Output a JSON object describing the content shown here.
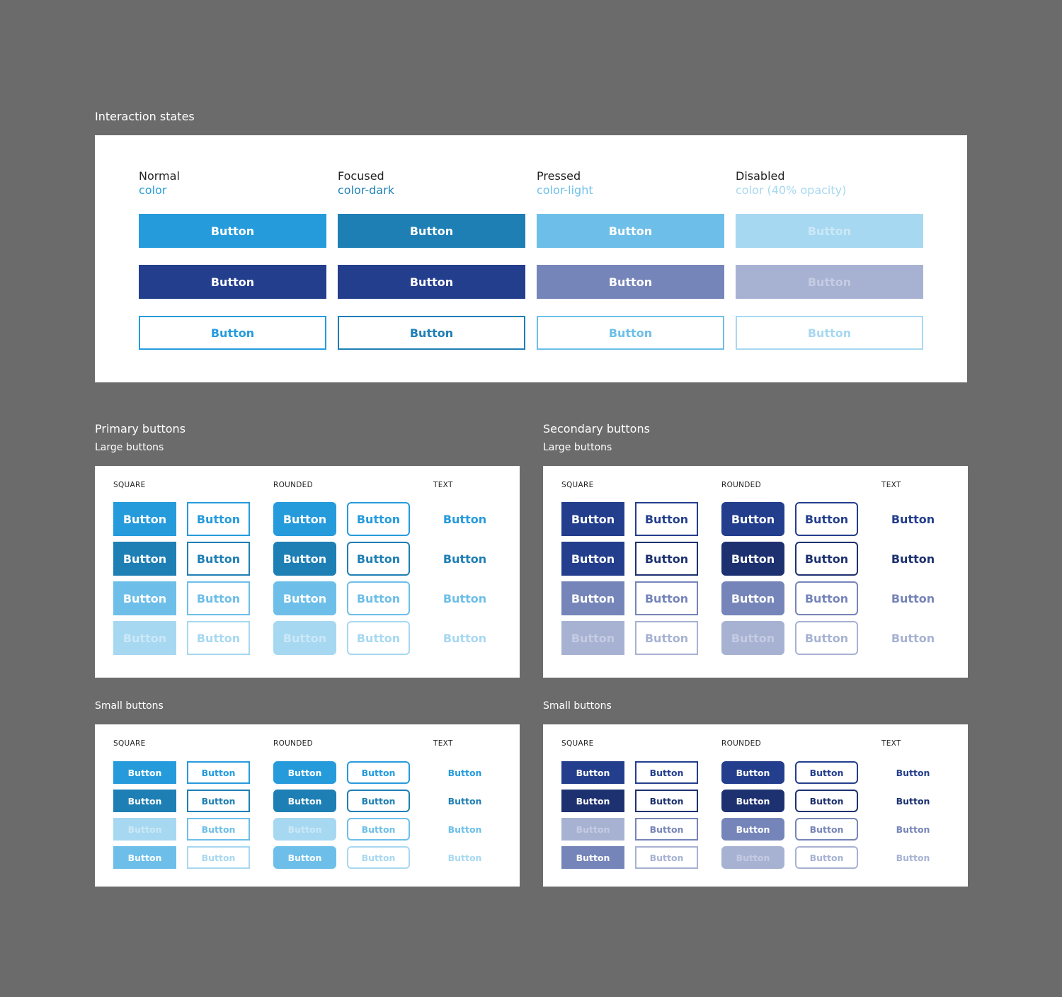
{
  "interaction": {
    "title": "Interaction states",
    "states": [
      {
        "name": "Normal",
        "sub": "color",
        "sub_color": "#259bdc",
        "buttons": [
          {
            "label": "Button",
            "bg": "#259bdc",
            "fg": "#ffffff",
            "border": "#259bdc"
          },
          {
            "label": "Button",
            "bg": "#233e8d",
            "fg": "#ffffff",
            "border": "#233e8d"
          },
          {
            "label": "Button",
            "bg": "#ffffff",
            "fg": "#259bdc",
            "border": "#259bdc"
          }
        ]
      },
      {
        "name": "Focused",
        "sub": "color-dark",
        "sub_color": "#1e7fb5",
        "buttons": [
          {
            "label": "Button",
            "bg": "#1e7fb5",
            "fg": "#ffffff",
            "border": "#1e7fb5"
          },
          {
            "label": "Button",
            "bg": "#233e8d",
            "fg": "#ffffff",
            "border": "#233e8d"
          },
          {
            "label": "Button",
            "bg": "#ffffff",
            "fg": "#1e7fb5",
            "border": "#1e7fb5"
          }
        ]
      },
      {
        "name": "Pressed",
        "sub": "color-light",
        "sub_color": "#6dbfe9",
        "buttons": [
          {
            "label": "Button",
            "bg": "#6dbfe9",
            "fg": "#ffffff",
            "border": "#6dbfe9"
          },
          {
            "label": "Button",
            "bg": "#7685b9",
            "fg": "#ffffff",
            "border": "#7685b9"
          },
          {
            "label": "Button",
            "bg": "#ffffff",
            "fg": "#6dbfe9",
            "border": "#6dbfe9"
          }
        ]
      },
      {
        "name": "Disabled",
        "sub": "color (40% opacity)",
        "sub_color": "#a7d8f1",
        "buttons": [
          {
            "label": "Button",
            "bg": "#a7d8f1",
            "fg": "#cbe8f7",
            "border": "#a7d8f1"
          },
          {
            "label": "Button",
            "bg": "#a7b2d3",
            "fg": "#c5cce2",
            "border": "#a7b2d3"
          },
          {
            "label": "Button",
            "bg": "#ffffff",
            "fg": "#a7d8f1",
            "border": "#a7d8f1"
          }
        ]
      }
    ]
  },
  "primary": {
    "title": "Primary buttons",
    "large_label": "Large buttons",
    "small_label": "Small buttons",
    "col_labels": {
      "square": "SQUARE",
      "rounded": "ROUNDED",
      "text": "TEXT"
    },
    "large_rows": [
      {
        "fill": "#259bdc",
        "fill_text": "#ffffff",
        "outline": "#259bdc",
        "text": "#259bdc"
      },
      {
        "fill": "#1e7fb5",
        "fill_text": "#ffffff",
        "outline": "#1e7fb5",
        "text": "#1e7fb5"
      },
      {
        "fill": "#6dbfe9",
        "fill_text": "#ffffff",
        "outline": "#6dbfe9",
        "text": "#6dbfe9"
      },
      {
        "fill": "#a7d8f1",
        "fill_text": "#cbe8f7",
        "outline": "#a7d8f1",
        "text": "#a7d8f1"
      }
    ],
    "small_rows": [
      {
        "fill": "#259bdc",
        "fill_text": "#ffffff",
        "outline": "#259bdc",
        "text": "#259bdc"
      },
      {
        "fill": "#1e7fb5",
        "fill_text": "#ffffff",
        "outline": "#1e7fb5",
        "text": "#1e7fb5"
      },
      {
        "fill": "#a7d8f1",
        "fill_text": "#cbe8f7",
        "outline": "#6dbfe9",
        "text": "#6dbfe9"
      },
      {
        "fill": "#6dbfe9",
        "fill_text": "#ffffff",
        "outline": "#a7d8f1",
        "text": "#a7d8f1"
      }
    ],
    "button_label": "Button"
  },
  "secondary": {
    "title": "Secondary buttons",
    "large_label": "Large buttons",
    "small_label": "Small buttons",
    "col_labels": {
      "square": "SQUARE",
      "rounded": "ROUNDED",
      "text": "TEXT"
    },
    "large_rows": [
      {
        "fill": "#233e8d",
        "fill_text": "#ffffff",
        "outline": "#233e8d",
        "text": "#233e8d"
      },
      {
        "fill": "#233e8d",
        "fill_text": "#ffffff",
        "outline": "#1d3170",
        "text": "#1d3170",
        "rfill": "#1d3170"
      },
      {
        "fill": "#7685b9",
        "fill_text": "#ffffff",
        "outline": "#7685b9",
        "text": "#7685b9"
      },
      {
        "fill": "#a7b2d3",
        "fill_text": "#c5cce2",
        "outline": "#a7b2d3",
        "text": "#a7b2d3"
      }
    ],
    "small_rows": [
      {
        "fill": "#233e8d",
        "fill_text": "#ffffff",
        "outline": "#233e8d",
        "text": "#233e8d"
      },
      {
        "fill": "#1d3170",
        "fill_text": "#ffffff",
        "outline": "#1d3170",
        "text": "#1d3170"
      },
      {
        "fill": "#a7b2d3",
        "fill_text": "#c5cce2",
        "outline": "#7685b9",
        "text": "#7685b9",
        "rfill": "#7685b9",
        "rfill_text": "#ffffff"
      },
      {
        "fill": "#7685b9",
        "fill_text": "#ffffff",
        "outline": "#a7b2d3",
        "text": "#a7b2d3",
        "rfill": "#a7b2d3",
        "rfill_text": "#c5cce2"
      }
    ],
    "button_label": "Button"
  }
}
